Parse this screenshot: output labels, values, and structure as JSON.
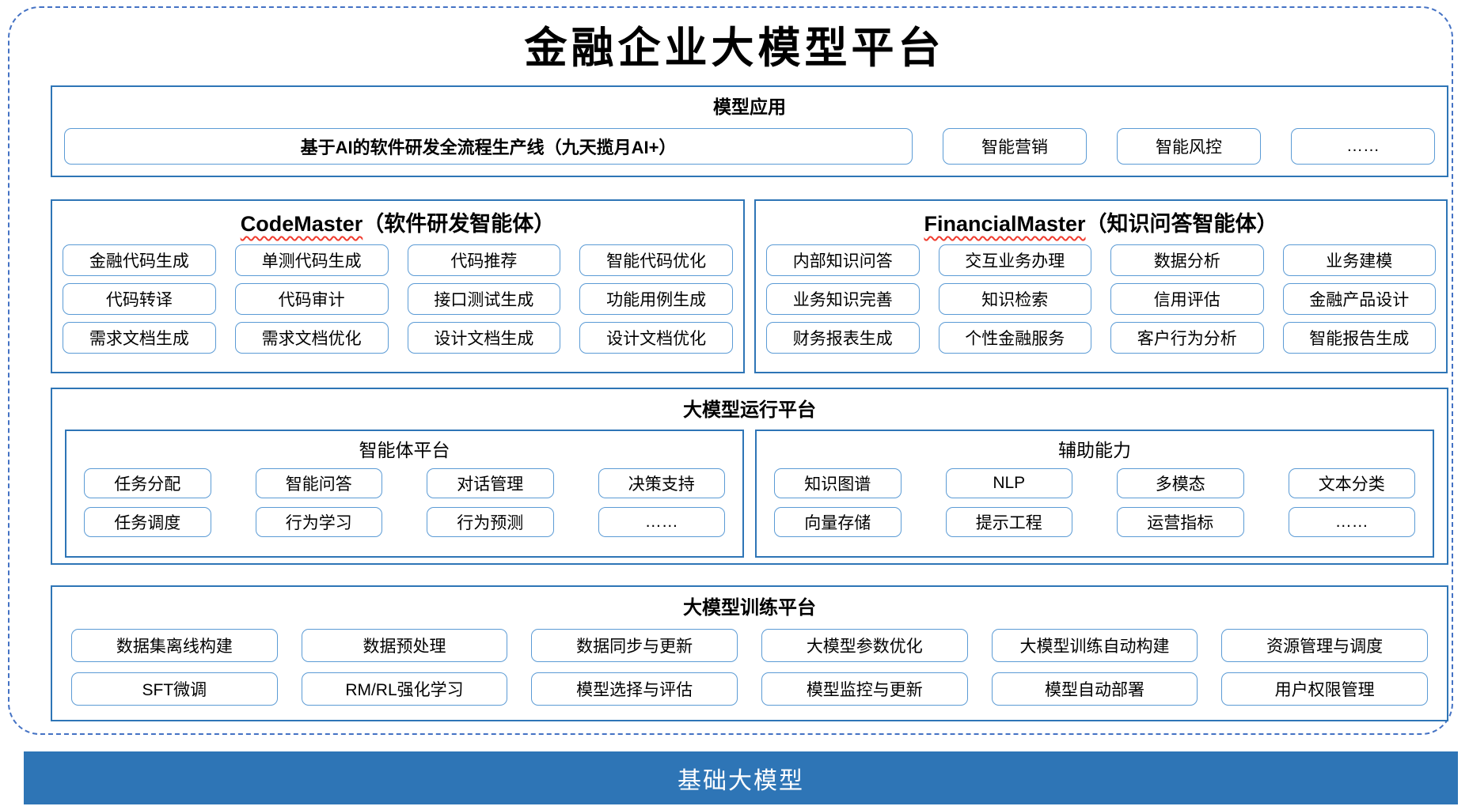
{
  "page": {
    "title": "金融企业大模型平台"
  },
  "colors": {
    "section_border": "#2E75B6",
    "pill_border": "#5B9BD5",
    "outer_dashed_border": "#4472C4",
    "squiggle_red": "#F03B2E",
    "footer_bg": "#2E75B6",
    "footer_text": "#FFFFFF"
  },
  "model_app": {
    "title": "模型应用",
    "pipeline": "基于AI的软件研发全流程生产线（九天揽月AI+）",
    "items": [
      "智能营销",
      "智能风控",
      "……"
    ]
  },
  "code_master": {
    "name": "CodeMaster",
    "subtitle": "（软件研发智能体）",
    "items": [
      "金融代码生成",
      "单测代码生成",
      "代码推荐",
      "智能代码优化",
      "代码转译",
      "代码审计",
      "接口测试生成",
      "功能用例生成",
      "需求文档生成",
      "需求文档优化",
      "设计文档生成",
      "设计文档优化"
    ]
  },
  "financial_master": {
    "name": "FinancialMaster",
    "subtitle": "（知识问答智能体）",
    "items": [
      "内部知识问答",
      "交互业务办理",
      "数据分析",
      "业务建模",
      "业务知识完善",
      "知识检索",
      "信用评估",
      "金融产品设计",
      "财务报表生成",
      "个性金融服务",
      "客户行为分析",
      "智能报告生成"
    ]
  },
  "runtime": {
    "title": "大模型运行平台",
    "agent_platform": {
      "title": "智能体平台",
      "items": [
        "任务分配",
        "智能问答",
        "对话管理",
        "决策支持",
        "任务调度",
        "行为学习",
        "行为预测",
        "……"
      ]
    },
    "auxiliary": {
      "title": "辅助能力",
      "items": [
        "知识图谱",
        "NLP",
        "多模态",
        "文本分类",
        "向量存储",
        "提示工程",
        "运营指标",
        "……"
      ]
    }
  },
  "training": {
    "title": "大模型训练平台",
    "items": [
      "数据集离线构建",
      "数据预处理",
      "数据同步与更新",
      "大模型参数优化",
      "大模型训练自动构建",
      "资源管理与调度",
      "SFT微调",
      "RM/RL强化学习",
      "模型选择与评估",
      "模型监控与更新",
      "模型自动部署",
      "用户权限管理"
    ]
  },
  "foundation": {
    "title": "基础大模型"
  }
}
